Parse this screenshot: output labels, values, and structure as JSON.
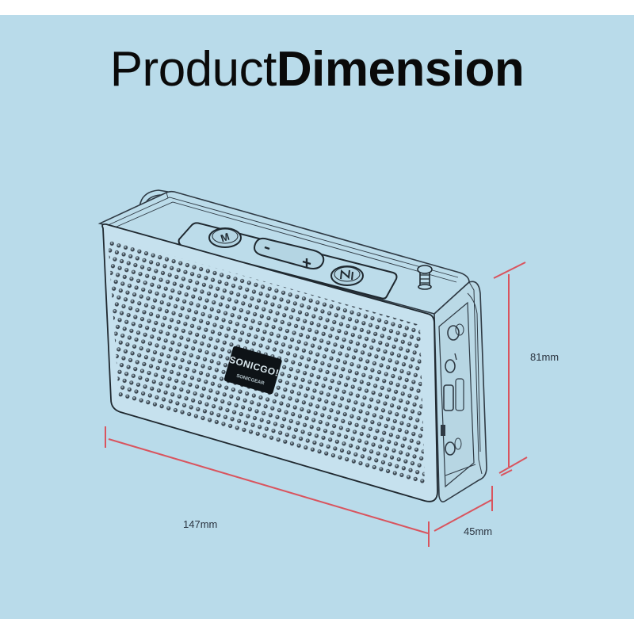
{
  "header": {
    "title_regular": "Product",
    "title_bold": "Dimension"
  },
  "product": {
    "brand_label": "SONICGO!",
    "brand_sublabel": "SONICGEAR",
    "buttons": [
      {
        "name": "mode",
        "glyph": "M"
      },
      {
        "name": "volume-down",
        "glyph": "−"
      },
      {
        "name": "volume-up",
        "glyph": "+"
      },
      {
        "name": "play-pause",
        "glyph": "⏯"
      }
    ]
  },
  "dimensions": {
    "length": "147mm",
    "height": "81mm",
    "depth": "45mm"
  },
  "colors": {
    "background": "#b9dbea",
    "dimension_line": "#d9545e",
    "outline": "#2f3a44",
    "text": "#0a0a0a"
  }
}
